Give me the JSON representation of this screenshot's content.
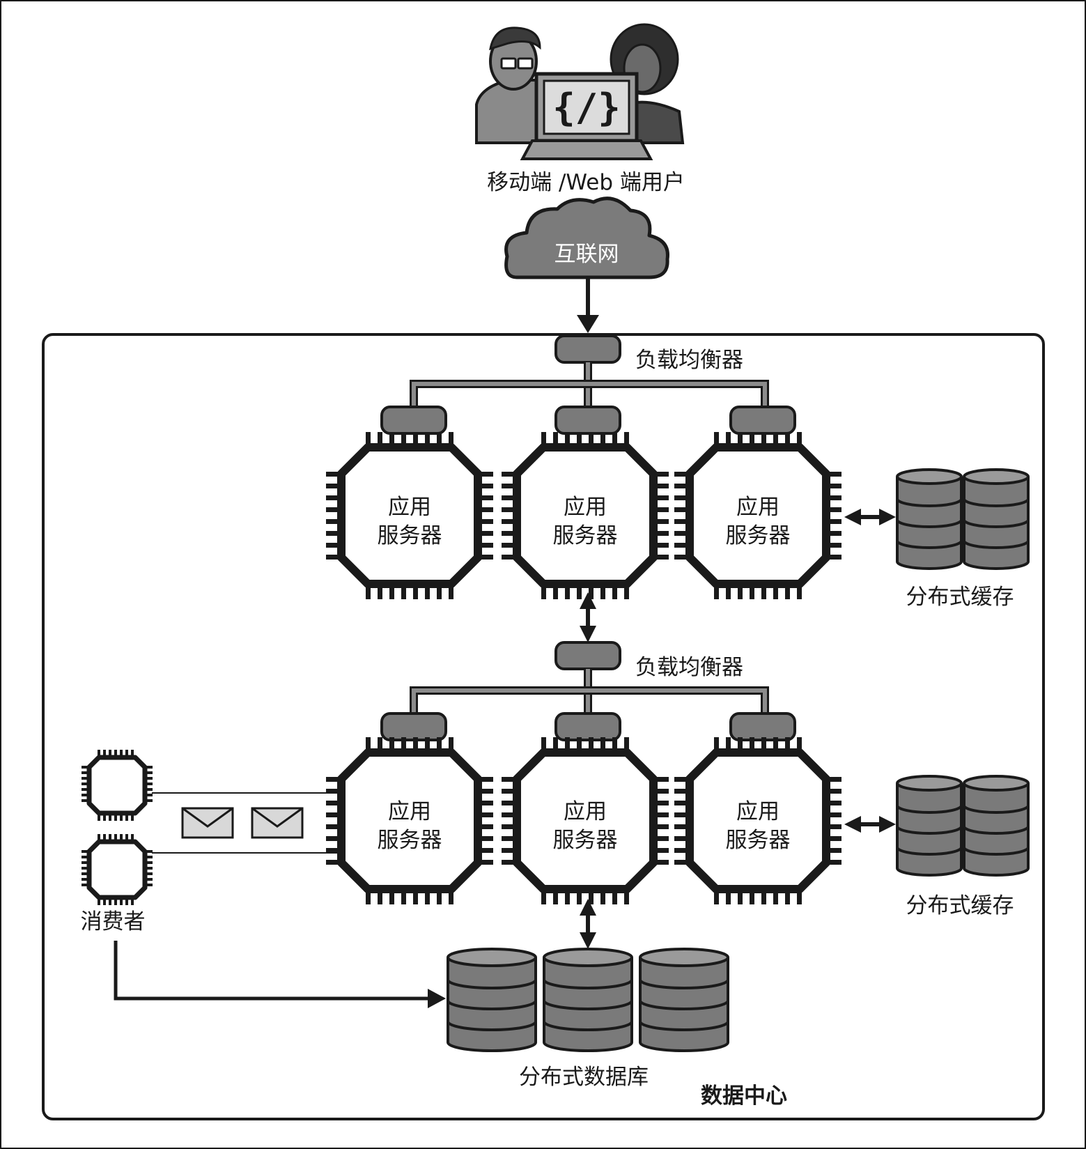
{
  "labels": {
    "users": "移动端 /Web 端用户",
    "internet": "互联网",
    "lb_top": "负载均衡器",
    "lb_bottom": "负载均衡器",
    "server_line1": "应用",
    "server_line2": "服务器",
    "cache_top": "分布式缓存",
    "cache_bottom": "分布式缓存",
    "consumers": "消费者",
    "database": "分布式数据库",
    "datacenter": "数据中心",
    "code_symbol": "{/}"
  },
  "colors": {
    "dark_stroke": "#1a1a1a",
    "node_fill": "#7a7a7a",
    "line_gray": "#8c8c8c",
    "envelope_fill": "#d8d8d8",
    "cloud_fill": "#7b7b7b"
  }
}
